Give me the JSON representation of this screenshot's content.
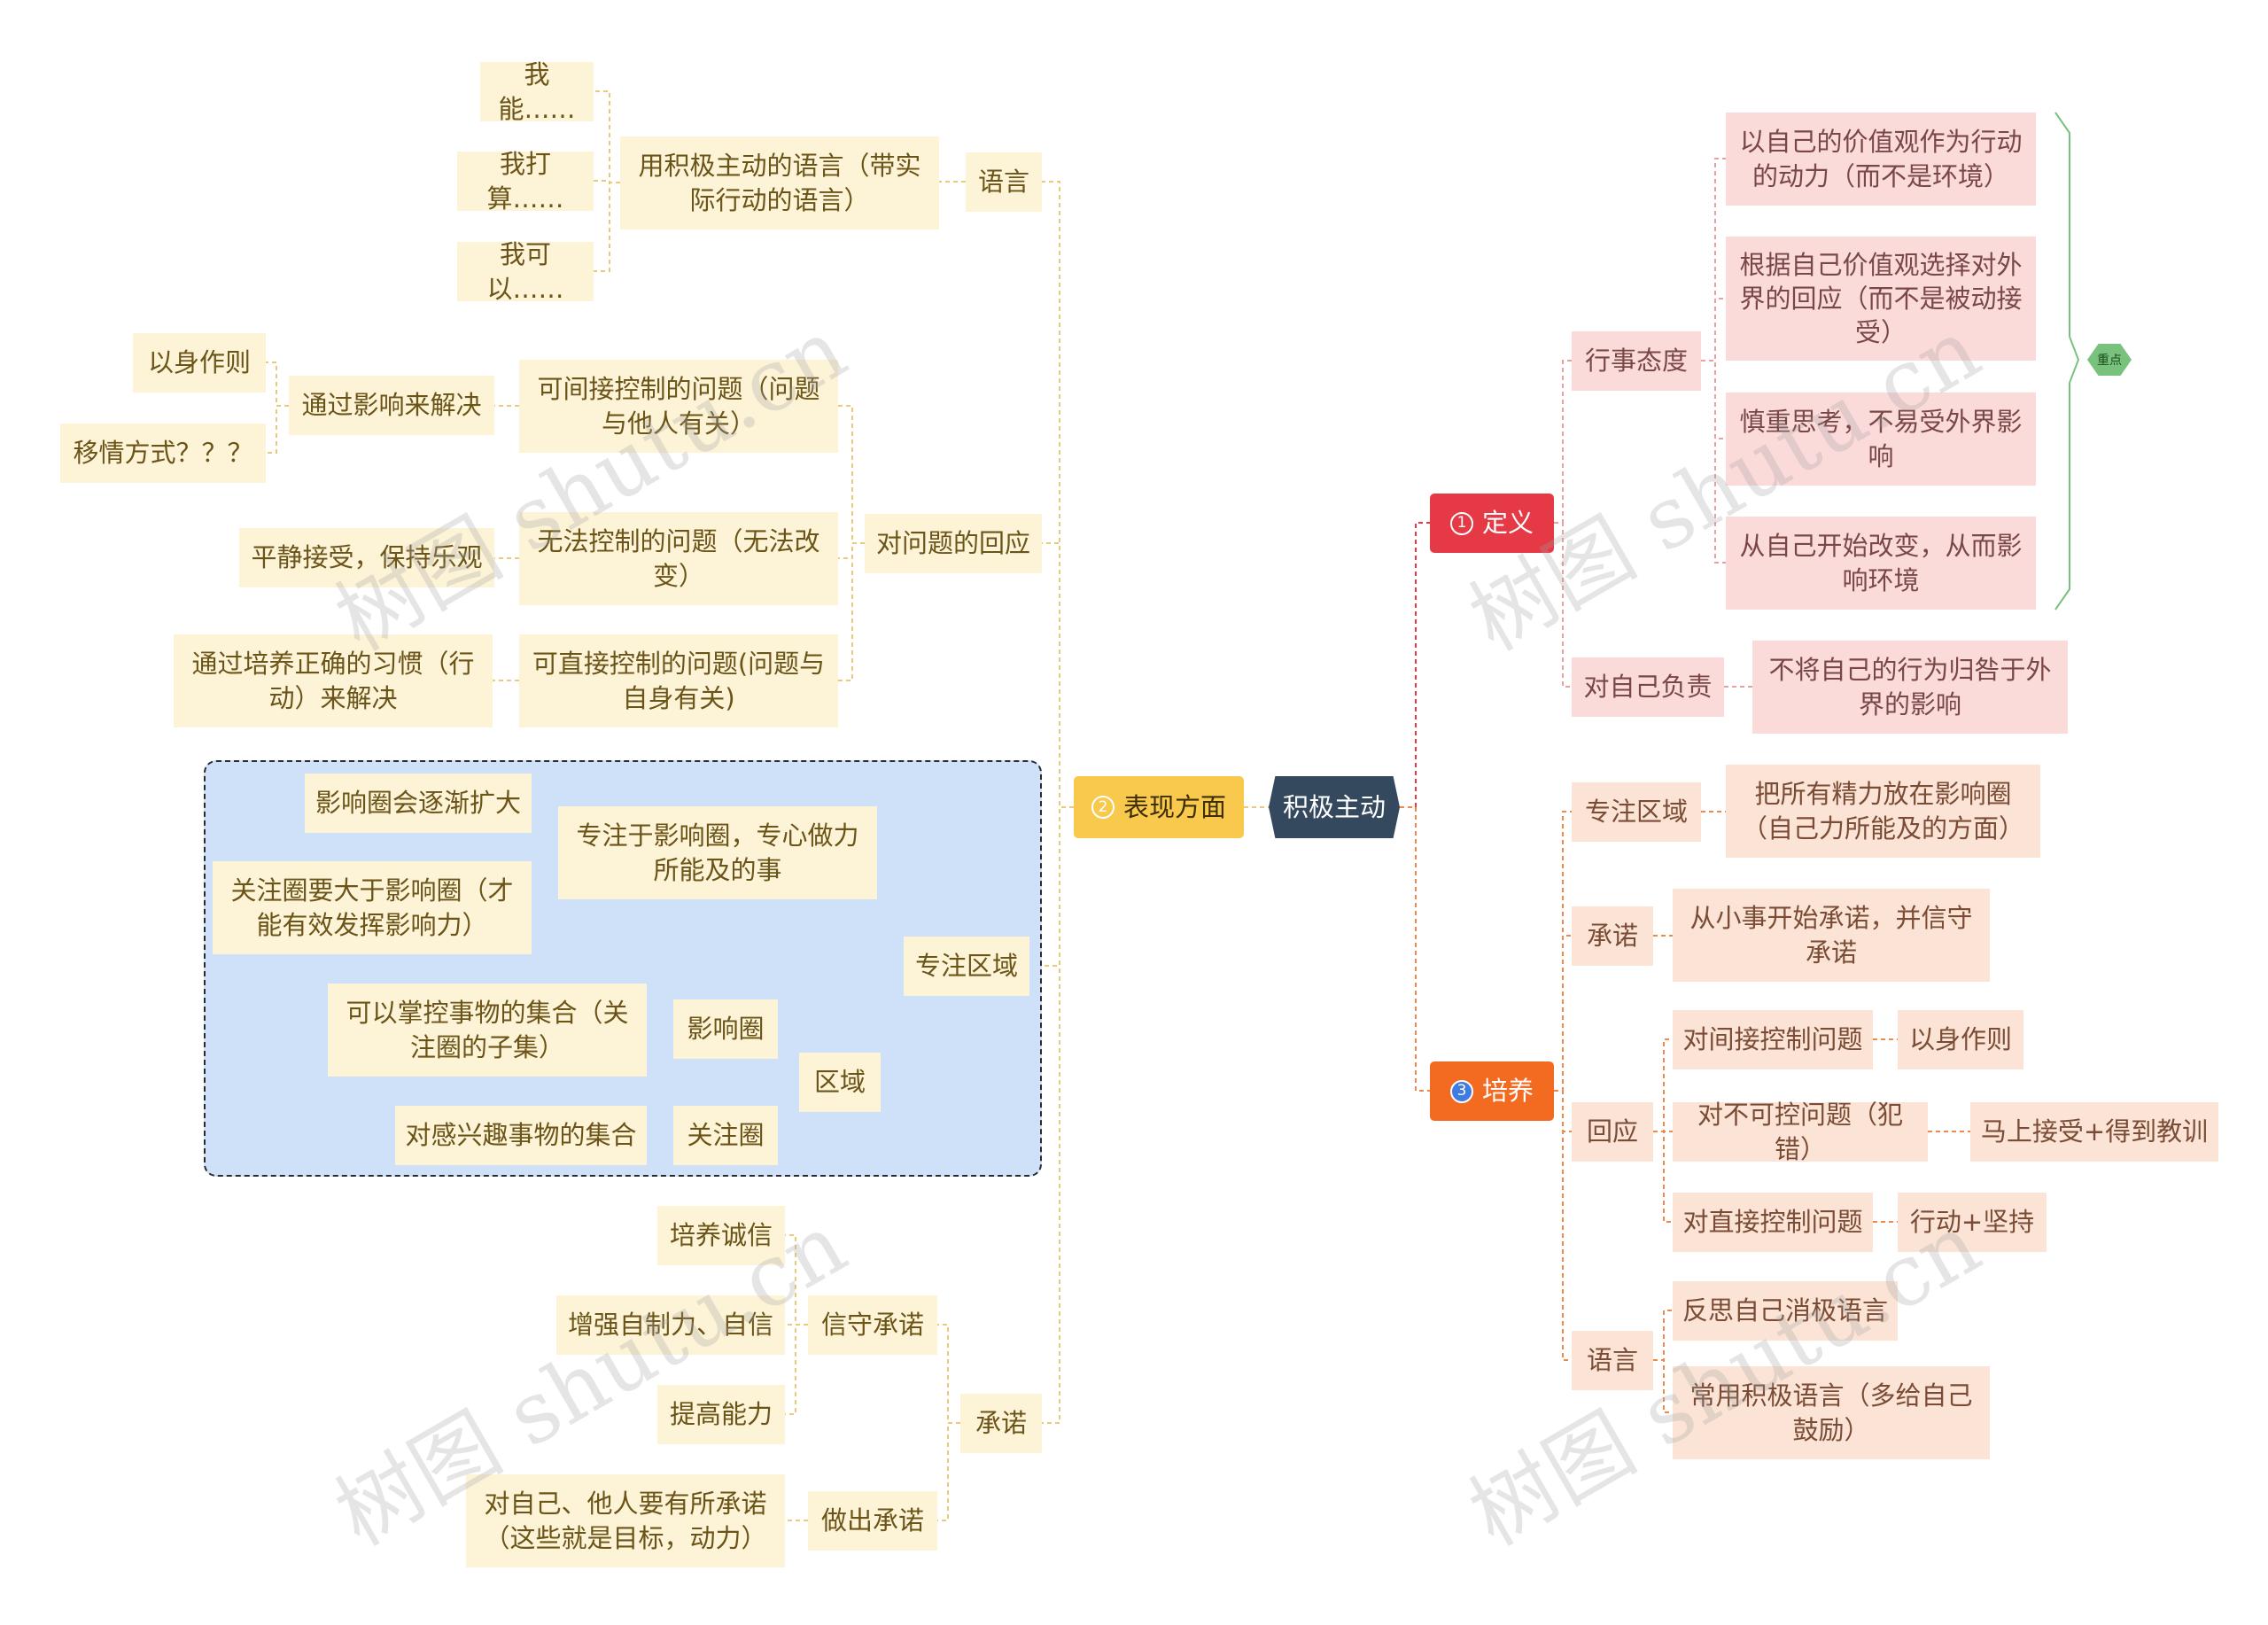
{
  "root": {
    "label": "积极主动"
  },
  "branches": {
    "definition": {
      "number": "1",
      "label": "定义"
    },
    "performance": {
      "number": "2",
      "label": "表现方面"
    },
    "cultivation": {
      "number": "3",
      "label": "培养"
    }
  },
  "definition": {
    "attitude": {
      "label": "行事态度",
      "items": [
        "以自己的价值观作为行动的动力（而不是环境）",
        "根据自己价值观选择对外界的回应（而不是被动接受）",
        "慎重思考，不易受外界影响",
        "从自己开始改变，从而影响环境"
      ],
      "tag": "重点"
    },
    "responsibility": {
      "label": "对自己负责",
      "item": "不将自己的行为归咎于外界的影响"
    }
  },
  "cultivation": {
    "focus": {
      "label": "专注区域",
      "item": "把所有精力放在影响圈（自己力所能及的方面）"
    },
    "promise": {
      "label": "承诺",
      "item": "从小事开始承诺，并信守承诺"
    },
    "response": {
      "label": "回应",
      "items": [
        {
          "label": "对间接控制问题",
          "action": "以身作则"
        },
        {
          "label": "对不可控问题（犯错）",
          "action": "马上接受+得到教训"
        },
        {
          "label": "对直接控制问题",
          "action": "行动+坚持"
        }
      ]
    },
    "language": {
      "label": "语言",
      "items": [
        "反思自己消极语言",
        "常用积极语言（多给自己鼓励）"
      ]
    }
  },
  "performance": {
    "language": {
      "label": "语言",
      "sub": "用积极主动的语言（带实际行动的语言）",
      "examples": [
        "我能……",
        "我打算……",
        "我可以……"
      ]
    },
    "problems": {
      "label": "对问题的回应",
      "indirect": {
        "label": "可间接控制的问题（问题与他人有关）",
        "method": "通过影响来解决",
        "methods": [
          "以身作则",
          "移情方式？？？"
        ]
      },
      "uncontrollable": {
        "label": "无法控制的问题（无法改变）",
        "method": "平静接受，保持乐观"
      },
      "direct": {
        "label": "可直接控制的问题(问题与自身有关)",
        "method": "通过培养正确的习惯（行动）来解决"
      }
    },
    "focus": {
      "label": "专注区域",
      "focus_sub": {
        "label": "专注于影响圈，专心做力所能及的事",
        "items": [
          "影响圈会逐渐扩大",
          "关注圈要大于影响圈（才能有效发挥影响力）"
        ]
      },
      "area": {
        "label": "区域",
        "influence": {
          "label": "影响圈",
          "desc": "可以掌控事物的集合（关注圈的子集）"
        },
        "concern": {
          "label": "关注圈",
          "desc": "对感兴趣事物的集合"
        }
      }
    },
    "promise": {
      "label": "承诺",
      "keep": {
        "label": "信守承诺",
        "items": [
          "培养诚信",
          "增强自制力、自信",
          "提高能力"
        ]
      },
      "make": {
        "label": "做出承诺",
        "item": "对自己、他人要有所承诺（这些就是目标，动力）"
      }
    }
  },
  "watermark": "树图 shutu.cn",
  "colors": {
    "root": "#34495e",
    "definition": "#e63946",
    "performance": "#f8c94d",
    "cultivation": "#f26b21",
    "leaf_yellow": "#fdf3d7",
    "leaf_pink": "#fbdada",
    "leaf_peach": "#fbe3d5",
    "region": "#cfe0f9"
  }
}
